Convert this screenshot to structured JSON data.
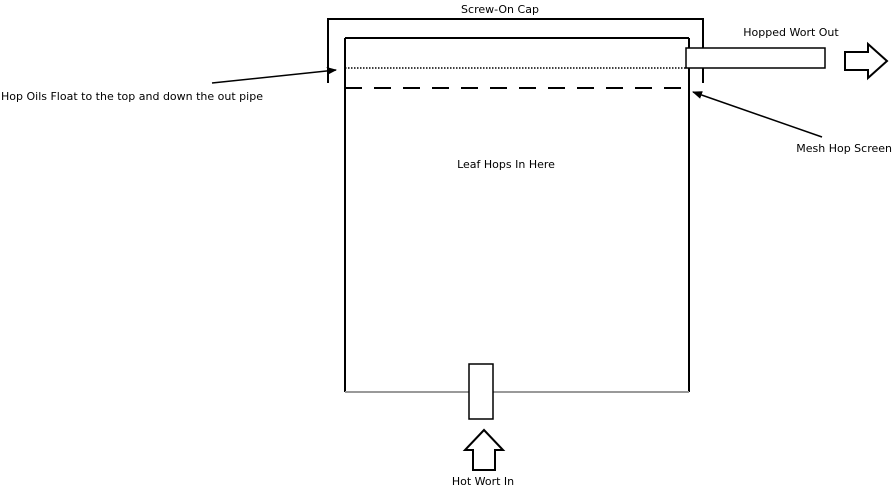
{
  "labels": {
    "cap": "Screw-On Cap",
    "wort_out": "Hopped Wort Out",
    "hop_oils": "Hop Oils Float to the top and down the out pipe",
    "mesh_screen": "Mesh Hop Screen",
    "leaf_hops": "Leaf Hops In Here",
    "wort_in": "Hot Wort In"
  },
  "colors": {
    "stroke": "#000000",
    "vessel_bottom": "#999999",
    "background": "#ffffff"
  }
}
